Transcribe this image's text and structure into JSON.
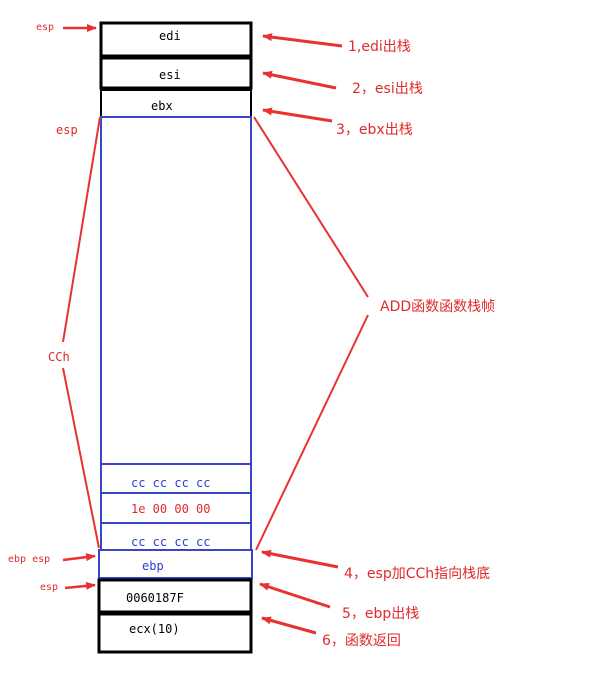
{
  "colors": {
    "black_border": "#000000",
    "blue_border": "#3a46c8",
    "annotation_red": "#e83232"
  },
  "stack": {
    "edi": "edi",
    "esi": "esi",
    "ebx": "ebx",
    "cc_row_1": "cc cc cc cc",
    "value_row": "1e 00 00 00",
    "cc_row_2": "cc cc cc cc",
    "ebp": "ebp",
    "return_addr": "0060187F",
    "ecx": "ecx(10)"
  },
  "left_labels": {
    "esp_top": "esp",
    "esp_frame": "esp",
    "cch": "CCh",
    "ebp_esp": "ebp esp",
    "esp_bottom": "esp"
  },
  "notes": {
    "pop_edi": "1,edi出栈",
    "pop_esi": "2，esi出栈",
    "pop_ebx": "3，ebx出栈",
    "add_frame": "ADD函数函数栈帧",
    "esp_add": "4，esp加CCh指向栈底",
    "pop_ebp": "5，ebp出栈",
    "ret": "6，函数返回"
  }
}
